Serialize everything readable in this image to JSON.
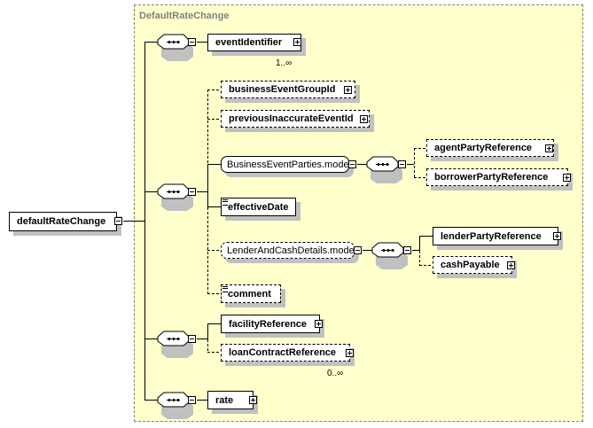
{
  "type_name": "DefaultRateChange",
  "root": {
    "label": "defaultRateChange"
  },
  "elements": {
    "eventIdentifier": {
      "label": "eventIdentifier",
      "cardinality": "1..∞"
    },
    "businessEventGroupId": {
      "label": "businessEventGroupId"
    },
    "previousInaccurateEventId": {
      "label": "previousInaccurateEventId"
    },
    "businessEventParties": {
      "label": "BusinessEventParties.model"
    },
    "agentPartyReference": {
      "label": "agentPartyReference"
    },
    "borrowerPartyReference": {
      "label": "borrowerPartyReference"
    },
    "effectiveDate": {
      "label": "effectiveDate"
    },
    "lenderAndCashDetails": {
      "label": "LenderAndCashDetails.model"
    },
    "lenderPartyReference": {
      "label": "lenderPartyReference"
    },
    "cashPayable": {
      "label": "cashPayable"
    },
    "comment": {
      "label": "comment"
    },
    "facilityReference": {
      "label": "facilityReference"
    },
    "loanContractReference": {
      "label": "loanContractReference",
      "cardinality": "0..∞"
    },
    "rate": {
      "label": "rate"
    }
  },
  "icons": {
    "sequence": "sequence-compositor-icon",
    "expand": "plus-box-icon",
    "collapse": "minus-box-icon",
    "simple_type": "simple-content-icon"
  }
}
